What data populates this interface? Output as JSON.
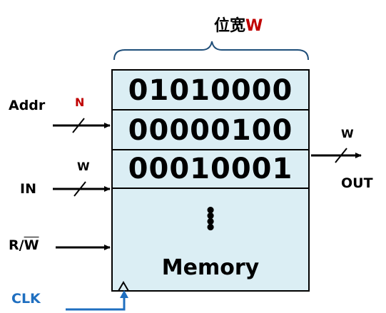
{
  "header": {
    "title_prefix": "位宽",
    "title_symbol": "W"
  },
  "memory": {
    "rows": [
      "01010000",
      "00000100",
      "00010001"
    ],
    "ellipsis": "⋮",
    "label": "Memory"
  },
  "inputs": {
    "addr_label": "Addr",
    "addr_bus_width": "N",
    "in_label": "IN",
    "in_bus_width": "W",
    "rw_label_prefix": "R/",
    "rw_label_bar": "W",
    "clk_label": "CLK"
  },
  "outputs": {
    "out_label": "OUT",
    "out_bus_width": "W"
  },
  "colors": {
    "memory_fill": "#dbeef4",
    "highlight_red": "#c00000",
    "clock_blue": "#1f6fc0",
    "brace_blue": "#1f4e79"
  }
}
